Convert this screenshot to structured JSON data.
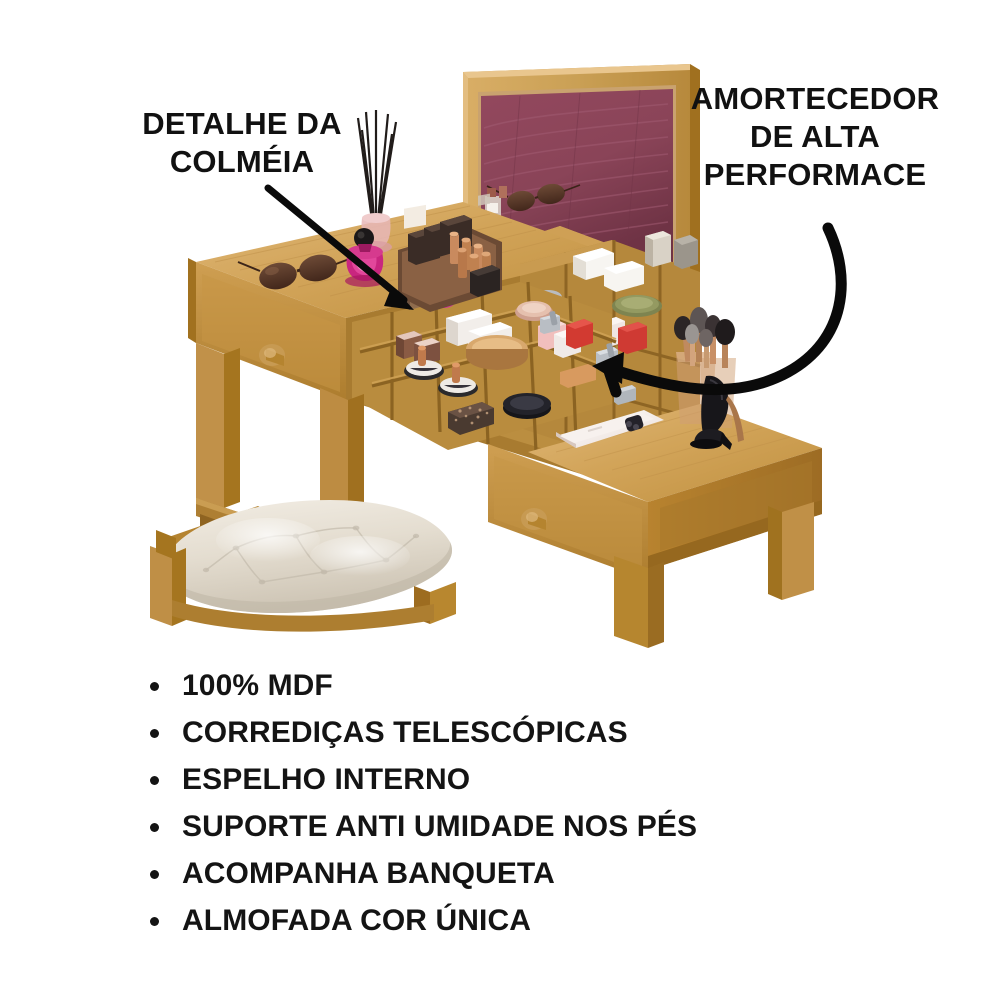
{
  "callouts": {
    "left": {
      "text": "DETALHE DA\nCOLMÉIA",
      "name": "detalhe-da-colmeia"
    },
    "right": {
      "text": "AMORTECEDOR\nDE ALTA\nPERFORMACE",
      "name": "amortecedor-de-alta-performace"
    }
  },
  "features": [
    "100% MDF",
    "CORREDIÇAS TELESCÓPICAS",
    "ESPELHO INTERNO",
    "SUPORTE ANTI UMIDADE NOS PÉS",
    "ACOMPANHA BANQUETA",
    "ALMOFADA COR ÚNICA"
  ],
  "product": {
    "type": "penteadeira",
    "alt": "Penteadeira de madeira com espelho interno, colmeia organizadora e banqueta",
    "parts": {
      "mirror_panel": "espelho-interno",
      "mirror_reflection": "reflexo-cama",
      "honeycomb": "colmeia-organizadora",
      "left_drawer": "gaveta-esquerda",
      "right_drawer": "gaveta-direita",
      "bench": "banqueta",
      "cushion": "almofada-banqueta",
      "left_leg_frame": "pe-esquerdo",
      "right_legs": "pes-direitos",
      "brush_holder": "porta-pinceis",
      "high_heel": "sapato-salto-alto",
      "smartphone": "celular",
      "sunglasses": "oculos-de-sol",
      "reed_diffuser": "difusor-de-aromas",
      "perfume_bottle": "frasco-de-perfume",
      "lipstick_tray": "bandeja-de-batons",
      "damper_hinge": "dobradica-amortecedor"
    }
  },
  "colors": {
    "wood_light": "#d7ab68",
    "wood_mid": "#c4913f",
    "wood_dark": "#a5762f",
    "wood_deep": "#8d5f22",
    "wood_edge": "#e0bc86",
    "mirror_burgundy": "#8a4458",
    "mirror_burgundy_dark": "#6e3344",
    "cushion": "#ece6da",
    "cushion_shade": "#cfc7b7",
    "text": "#141414",
    "arrow": "#0a0a0a",
    "background": "#ffffff"
  },
  "arrows": {
    "left": {
      "name": "arrow-to-honeycomb",
      "style": "straight-diagonal",
      "points_to": "colmeia-organizadora"
    },
    "right": {
      "name": "arrow-to-damper",
      "style": "curved-hook",
      "points_to": "dobradica-amortecedor"
    }
  }
}
